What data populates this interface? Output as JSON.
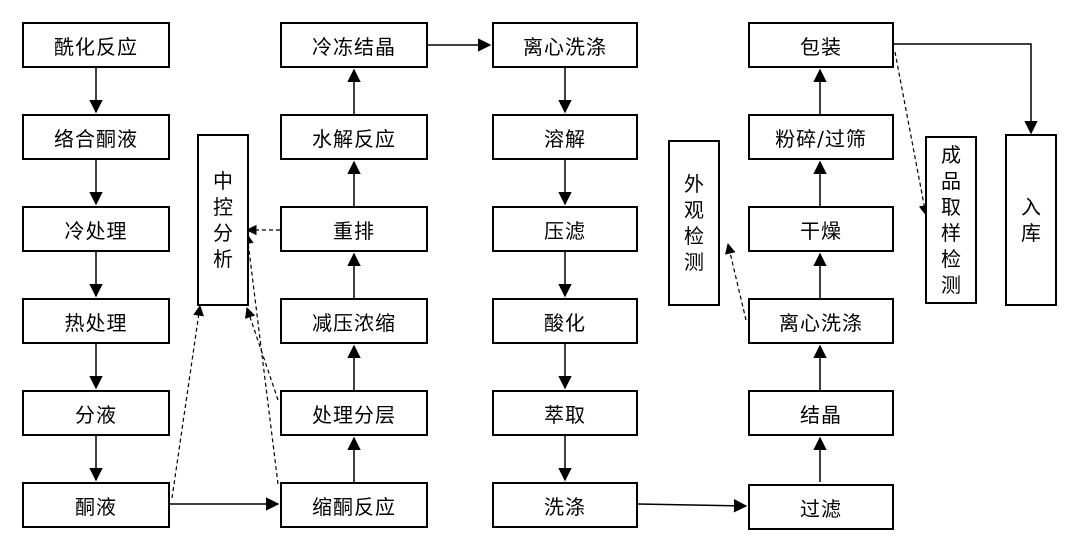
{
  "col1": [
    "酰化反应",
    "络合酮液",
    "冷处理",
    "热处理",
    "分液",
    "酮液"
  ],
  "col2": [
    "冷冻结晶",
    "水解反应",
    "重排",
    "减压浓缩",
    "处理分层",
    "缩酮反应"
  ],
  "col3": [
    "离心洗涤",
    "溶解",
    "压滤",
    "酸化",
    "萃取",
    "洗涤"
  ],
  "col4": [
    "包装",
    "粉碎/过筛",
    "干燥",
    "离心洗涤",
    "结晶",
    "过滤"
  ],
  "side": {
    "midcontrol": "中控分析",
    "appearance": "外观检测",
    "sampling": "成品取样检测",
    "storage": "入库"
  }
}
